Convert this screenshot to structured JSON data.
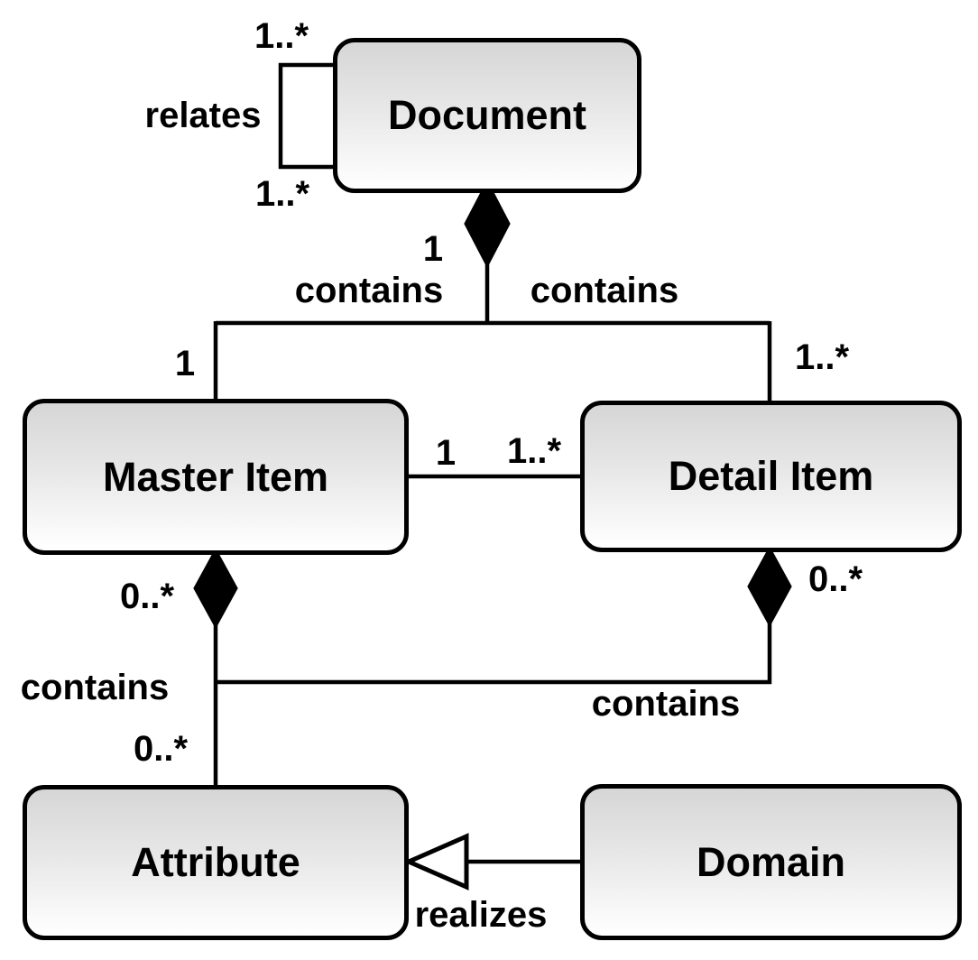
{
  "diagram": {
    "kind": "uml-class-diagram",
    "colors": {
      "stroke": "#000000",
      "box_fill_top": "#d6d6d6",
      "box_fill_bottom": "#ffffff",
      "background": "#ffffff"
    },
    "nodes": {
      "document": "Document",
      "master_item": "Master Item",
      "detail_item": "Detail Item",
      "attribute": "Attribute",
      "domain": "Domain"
    },
    "labels": {
      "relates": "relates",
      "relates_mult_top": "1..*",
      "relates_mult_bottom": "1..*",
      "doc_compose_mult": "1",
      "contains_doc_left": "contains",
      "contains_doc_right": "contains",
      "master_end_mult": "1",
      "detail_end_mult": "1..*",
      "assoc_master_mult": "1",
      "assoc_detail_mult": "1..*",
      "master_attr_mult": "0..*",
      "detail_attr_mult": "0..*",
      "attribute_end_mult": "0..*",
      "contains_attr_left": "contains",
      "contains_attr_right": "contains",
      "realizes": "realizes"
    },
    "relationships": [
      {
        "type": "association",
        "name": "relates",
        "from": "Document",
        "to": "Document",
        "from_mult": "1..*",
        "to_mult": "1..*"
      },
      {
        "type": "composition",
        "name": "contains",
        "whole": "Document",
        "part": "Master Item",
        "whole_mult": "1",
        "part_mult": "1"
      },
      {
        "type": "composition",
        "name": "contains",
        "whole": "Document",
        "part": "Detail Item",
        "whole_mult": "1",
        "part_mult": "1..*"
      },
      {
        "type": "association",
        "name": "",
        "from": "Master Item",
        "to": "Detail Item",
        "from_mult": "1",
        "to_mult": "1..*"
      },
      {
        "type": "composition",
        "name": "contains",
        "whole": "Master Item",
        "part": "Attribute",
        "whole_mult": "0..*",
        "part_mult": "0..*"
      },
      {
        "type": "composition",
        "name": "contains",
        "whole": "Detail Item",
        "part": "Attribute",
        "whole_mult": "0..*",
        "part_mult": "0..*"
      },
      {
        "type": "realization",
        "name": "realizes",
        "from": "Domain",
        "to": "Attribute"
      }
    ]
  }
}
